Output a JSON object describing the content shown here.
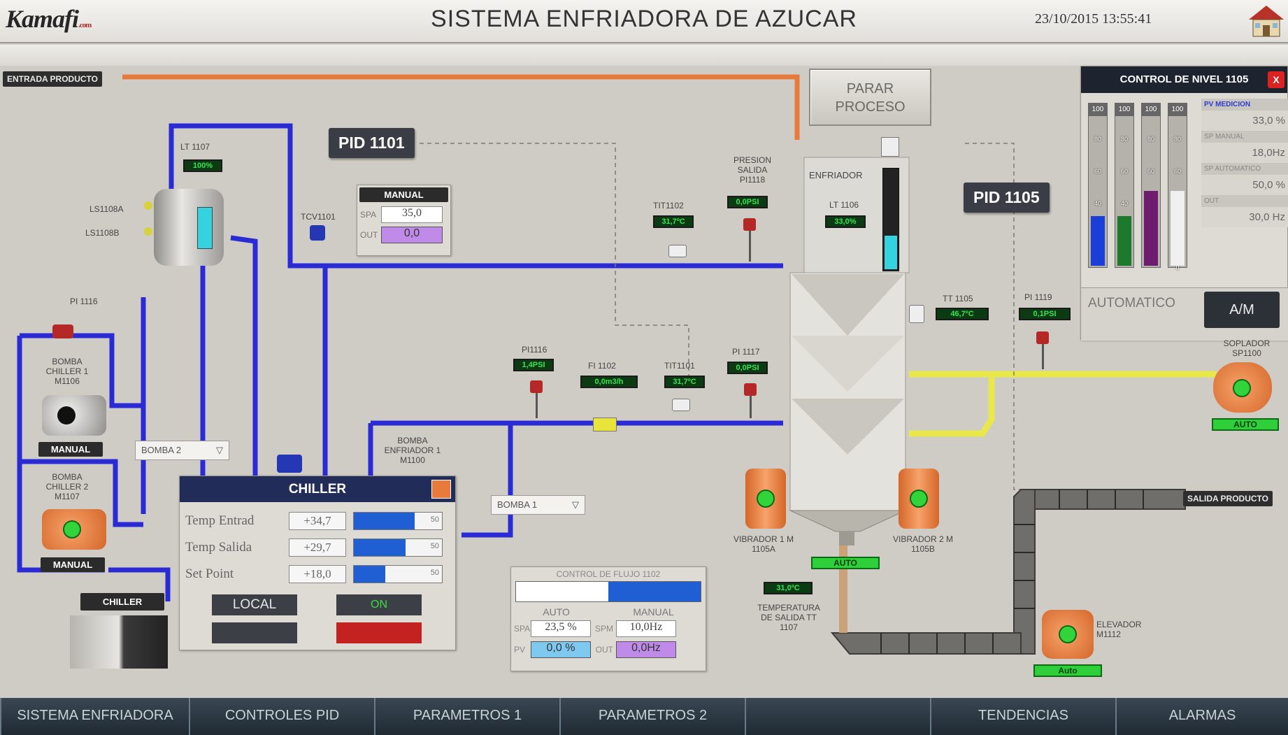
{
  "header": {
    "logo": "Kamafi",
    "logo_suffix": ".com",
    "title": "SISTEMA ENFRIADORA DE AZUCAR",
    "datetime": "23/10/2015 13:55:41"
  },
  "process": {
    "entrada_producto": "ENTRADA PRODUCTO",
    "salida_producto": "SALIDA PRODUCTO",
    "parar_proceso": "PARAR PROCESO",
    "pid_1101": "PID 1101",
    "pid_1105": "PID 1105",
    "tank": {
      "lt_label": "LT 1107",
      "lt_value": "100%",
      "ls_high": "LS1108A",
      "ls_low": "LS1108B",
      "pi_label": "PI 1116"
    },
    "tcv_label": "TCV1101",
    "pid1101_panel": {
      "mode": "MANUAL",
      "spa_label": "SPA",
      "spa_value": "35,0",
      "out_label": "OUT",
      "out_value": "0,0"
    },
    "instruments": {
      "tit1102_label": "TIT1102",
      "tit1102_value": "31,7ºC",
      "presion_label": "PRESION SALIDA PI1118",
      "presion_value": "0,0PSI",
      "pi1116b_label": "PI1116",
      "pi1116b_value": "1,4PSI",
      "fi1102_label": "FI 1102",
      "fi1102_value": "0,0m3/h",
      "tit1101_label": "TIT1101",
      "tit1101_value": "31,7ºC",
      "pi1117_label": "PI 1117",
      "pi1117_value": "0,0PSI",
      "tt1105_label": "TT 1105",
      "tt1105_value": "46,7ºC",
      "pi1119_label": "PI 1119",
      "pi1119_value": "0,1PSI",
      "tt1107_value": "31,0ºC",
      "tt1107_label": "TEMPERATURA DE SALIDA TT 1107"
    },
    "enfriador": {
      "label": "ENFRIADOR",
      "lt_label": "LT 1106",
      "lt_value": "33,0%",
      "level_fraction": 0.33
    },
    "bombas": {
      "chiller1": "BOMBA CHILLER 1 M1106",
      "chiller1_mode": "MANUAL",
      "chiller2": "BOMBA CHILLER 2 M1107",
      "chiller2_mode": "MANUAL",
      "enfriador1": "BOMBA ENFRIADOR 1 M1100",
      "select_bomba2": "BOMBA 2",
      "select_bomba1": "BOMBA 1"
    },
    "chiller_unit": "CHILLER",
    "soplador_label": "SOPLADOR SP1100",
    "soplador_mode": "AUTO",
    "vibrador1": "VIBRADOR 1 M 1105A",
    "vibrador2": "VIBRADOR 2 M 1105B",
    "vibrador_mode": "AUTO",
    "elevador_label": "ELEVADOR M1112",
    "elevador_mode": "Auto"
  },
  "chiller_popup": {
    "title": "CHILLER",
    "rows": [
      {
        "label": "Temp Entrad",
        "value": "+34,7",
        "max": "50",
        "fraction": 0.69
      },
      {
        "label": "Temp Salida",
        "value": "+29,7",
        "max": "50",
        "fraction": 0.59
      },
      {
        "label": "Set Point",
        "value": "+18,0",
        "max": "50",
        "fraction": 0.36
      }
    ],
    "btn_local": "LOCAL",
    "btn_on": "ON",
    "btn_off": "",
    "btn_alarm": ""
  },
  "flow_control": {
    "title": "CONTROL DE FLUJO 1102",
    "auto_label": "AUTO",
    "manual_label": "MANUAL",
    "spa_label": "SPA",
    "spa_value": "23,5 %",
    "pv_label": "PV",
    "pv_value": "0,0 %",
    "spm_label": "SPM",
    "spm_value": "10,0Hz",
    "out_label": "OUT",
    "out_value": "0,0Hz"
  },
  "level_control": {
    "title": "CONTROL DE NIVEL 1105",
    "close": "X",
    "bars": [
      {
        "top": "100",
        "ticks": [
          "80",
          "60",
          "40"
        ],
        "fraction": 0.33,
        "color": "#1b3ed6"
      },
      {
        "top": "100",
        "ticks": [
          "80",
          "60",
          "40"
        ],
        "fraction": 0.33,
        "color": "#1d7a2c"
      },
      {
        "top": "100",
        "ticks": [
          "80",
          "60",
          "40"
        ],
        "fraction": 0.5,
        "color": "#6e1c6e"
      },
      {
        "top": "100",
        "ticks": [
          "80",
          "60",
          "40",
          "20",
          "0"
        ],
        "fraction": 0.5,
        "color": "#f0f0f0"
      }
    ],
    "pv_label": "PV MEDICION",
    "pv_value": "33,0 %",
    "sp_manual_label": "SP MANUAL",
    "sp_manual_value": "18,0Hz",
    "sp_auto_label": "SP AUTOMATICO",
    "sp_auto_value": "50,0 %",
    "out_label": "OUT",
    "out_value": "30,0 Hz",
    "mode": "AUTOMATICO",
    "am_button": "A/M"
  },
  "nav": [
    "SISTEMA ENFRIADORA",
    "CONTROLES PID",
    "PARAMETROS 1",
    "PARAMETROS 2",
    "",
    "TENDENCIAS",
    "ALARMAS"
  ],
  "colors": {
    "pipe_water": "#2b2bd6",
    "pipe_product": "#e87b3c",
    "pipe_air": "#e9e84a",
    "nav_bg": "#2a3640",
    "value_green": "#39e356"
  }
}
